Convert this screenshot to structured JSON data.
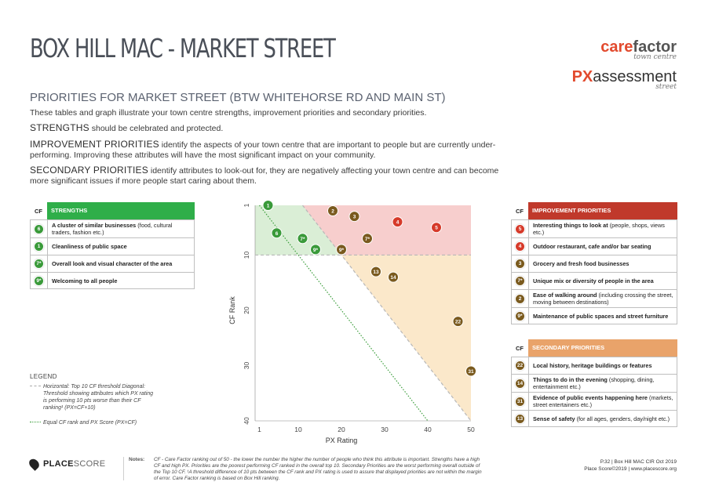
{
  "header": {
    "title": "BOX HILL MAC - MARKET STREET",
    "logo1_word_a": "care",
    "logo1_word_b": "factor",
    "logo1_sub": "town centre",
    "logo2_word_a": "PX",
    "logo2_word_b": "assessment",
    "logo2_sub": "street"
  },
  "intro": {
    "subtitle": "PRIORITIES FOR MARKET STREET (BTW WHITEHORSE RD AND MAIN ST)",
    "p1": "These tables and graph illustrate your town centre strengths, improvement priorities and secondary priorities.",
    "p2_bold": "STRENGTHS",
    "p2_rest": " should be celebrated and protected.",
    "p3_bold": "IMPROVEMENT PRIORITIES",
    "p3_rest": " identify the aspects of your town centre that are important to people but are currently under-performing. Improving these attributes will have the most significant impact on your community.",
    "p4_bold": "SECONDARY PRIORITIES",
    "p4_rest": " identify attributes to look-out for, they are negatively affecting your town centre and can become more significant issues if more people start caring about them."
  },
  "colors": {
    "strength": "#2fae49",
    "improvement": "#c0392b",
    "secondary": "#e9a36a",
    "badge_red": "#d63a2a",
    "badge_brown": "#7a5a1e",
    "badge_green": "#3a9a3a"
  },
  "strengths": {
    "cf_label": "CF",
    "title": "STRENGTHS",
    "rows": [
      {
        "cf": "6",
        "bold": "A cluster of similar businesses",
        "rest": " (food, cultural traders, fashion etc.)"
      },
      {
        "cf": "1",
        "bold": "Cleanliness of public space",
        "rest": ""
      },
      {
        "cf": "7*",
        "bold": "Overall look and visual character of the area",
        "rest": ""
      },
      {
        "cf": "9*",
        "bold": "Welcoming to all people",
        "rest": ""
      }
    ]
  },
  "improvement": {
    "cf_label": "CF",
    "title": "IMPROVEMENT PRIORITIES",
    "rows": [
      {
        "cf": "5",
        "bold": "Interesting things to look at",
        "rest": " (people, shops, views etc.)"
      },
      {
        "cf": "4",
        "bold": "Outdoor restaurant, cafe and/or bar seating",
        "rest": ""
      },
      {
        "cf": "3",
        "bold": "Grocery and fresh food businesses",
        "rest": ""
      },
      {
        "cf": "7*",
        "bold": "Unique mix or diversity of people in the area",
        "rest": ""
      },
      {
        "cf": "2",
        "bold": "Ease of walking around",
        "rest": " (including crossing the street, moving between destinations)"
      },
      {
        "cf": "9*",
        "bold": "Maintenance of public spaces and street furniture",
        "rest": ""
      }
    ]
  },
  "secondary": {
    "cf_label": "CF",
    "title": "SECONDARY PRIORITIES",
    "rows": [
      {
        "cf": "22",
        "bold": "Local history, heritage buildings or features",
        "rest": ""
      },
      {
        "cf": "14",
        "bold": "Things to do in the evening",
        "rest": " (shopping, dining, entertainment etc.)"
      },
      {
        "cf": "31",
        "bold": "Evidence of public events happening here",
        "rest": " (markets, street entertainers etc.)"
      },
      {
        "cf": "13",
        "bold": "Sense of safety",
        "rest": " (for all ages, genders, day/night etc.)"
      }
    ]
  },
  "chart_data": {
    "type": "scatter",
    "xlabel": "PX Rating",
    "ylabel": "CF Rank",
    "x_ticks": [
      1,
      10,
      20,
      30,
      40,
      50
    ],
    "y_ticks": [
      1,
      10,
      20,
      30,
      40
    ],
    "xlim": [
      0,
      50
    ],
    "ylim": [
      40,
      1
    ],
    "points": [
      {
        "label": "1",
        "px": 3,
        "cf": 1,
        "group": "strength"
      },
      {
        "label": "6",
        "px": 5,
        "cf": 6,
        "group": "strength"
      },
      {
        "label": "7*",
        "px": 11,
        "cf": 7,
        "group": "strength"
      },
      {
        "label": "9*",
        "px": 14,
        "cf": 9,
        "group": "strength"
      },
      {
        "label": "2",
        "px": 18,
        "cf": 2,
        "group": "improvement-brown"
      },
      {
        "label": "3",
        "px": 23,
        "cf": 3,
        "group": "improvement-brown"
      },
      {
        "label": "9*",
        "px": 20,
        "cf": 9,
        "group": "improvement-brown"
      },
      {
        "label": "7*",
        "px": 26,
        "cf": 7,
        "group": "improvement-brown"
      },
      {
        "label": "4",
        "px": 33,
        "cf": 4,
        "group": "improvement-red"
      },
      {
        "label": "5",
        "px": 42,
        "cf": 5,
        "group": "improvement-red"
      },
      {
        "label": "13",
        "px": 28,
        "cf": 13,
        "group": "secondary"
      },
      {
        "label": "14",
        "px": 32,
        "cf": 14,
        "group": "secondary"
      },
      {
        "label": "22",
        "px": 47,
        "cf": 22,
        "group": "secondary"
      },
      {
        "label": "31",
        "px": 50,
        "cf": 31,
        "group": "secondary"
      }
    ]
  },
  "legend": {
    "title": "LEGEND",
    "item1": "Horizontal: Top 10 CF threshold Diagonal: Threshold showing attributes which PX rating is performing 10 pts worse than their CF ranking¹ (PX=CF+10)",
    "item2": "Equal CF rank and PX Score (PX=CF)"
  },
  "footer": {
    "logo_a": "PLACE",
    "logo_b": "SCORE",
    "notes_label": "Notes:",
    "notes": "CF - Care Factor ranking out of 50 - the lower the number the higher the number of people who think this attribute is important. Strengths have a high CF and high PX. Priorities are the poorest performing CF ranked in the overall top 10. Secondary Priorities are the worst performing overall outside of the Top 10 CF. ¹A threshold difference of 10 pts between the CF rank and PX rating is used to assure that displayed priorities are not within the margin of error. Care Factor ranking is based on Box Hill ranking.",
    "page_line1": "P.32  |  Box Hill MAC CIR Oct 2019",
    "page_line2": "Place Score©2019  |  www.placescore.org"
  }
}
